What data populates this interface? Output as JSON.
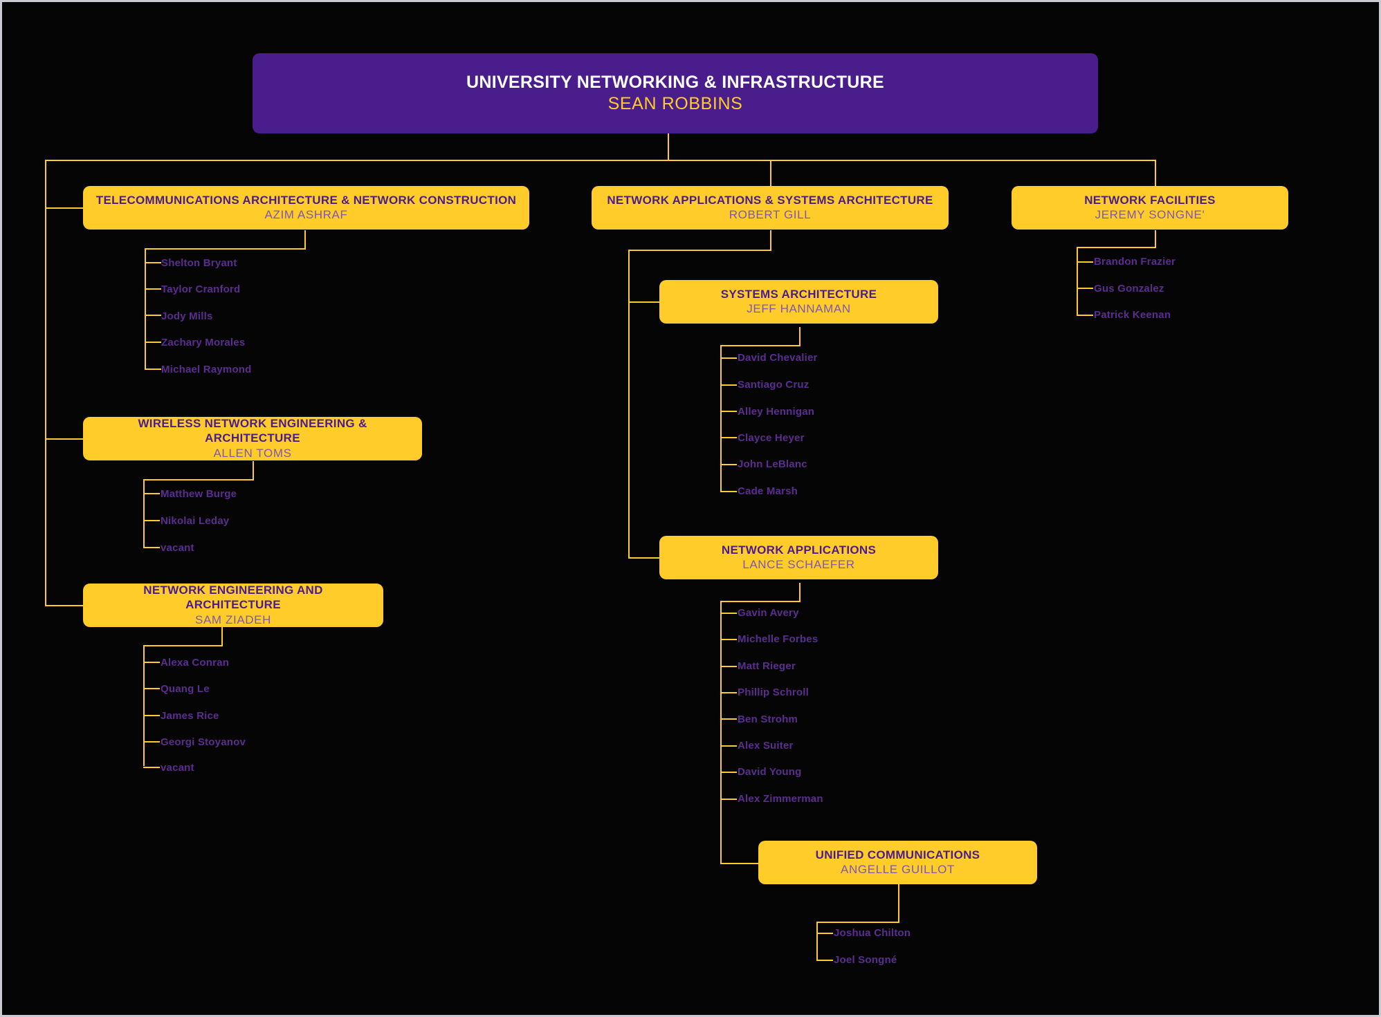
{
  "meta": {
    "chart_title": "University Networking & Infrastructure Organizational Chart",
    "colors": {
      "background": "#050505",
      "root_box": "#4A1D8C",
      "unit_box": "#FFCC29",
      "connector": "#FFCC29",
      "root_title_text": "#FFFFFF",
      "root_name_text": "#FFCC29",
      "unit_title_text": "#4A1D8C",
      "unit_name_text": "#7D57B0",
      "leaf_text": "#5B2D91",
      "page_border": "#C9CBD0"
    }
  },
  "root": {
    "title": "UNIVERSITY NETWORKING & INFRASTRUCTURE",
    "name": "SEAN ROBBINS"
  },
  "units": {
    "telecom": {
      "title": "TELECOMMUNICATIONS ARCHITECTURE & NETWORK CONSTRUCTION",
      "name": "AZIM ASHRAF"
    },
    "wireless": {
      "title": "WIRELESS NETWORK ENGINEERING & ARCHITECTURE",
      "name": "ALLEN TOMS"
    },
    "netengarch": {
      "title": "NETWORK ENGINEERING AND ARCHITECTURE",
      "name": "SAM ZIADEH"
    },
    "netappsys": {
      "title": "NETWORK APPLICATIONS & SYSTEMS ARCHITECTURE",
      "name": "ROBERT GILL"
    },
    "sysarch": {
      "title": "SYSTEMS ARCHITECTURE",
      "name": "JEFF HANNAMAN"
    },
    "netapps": {
      "title": "NETWORK APPLICATIONS",
      "name": "LANCE SCHAEFER"
    },
    "unifiedcomm": {
      "title": "UNIFIED COMMUNICATIONS",
      "name": "ANGELLE GUILLOT"
    },
    "netfac": {
      "title": "NETWORK FACILITIES",
      "name": "JEREMY SONGNE'"
    }
  },
  "staff": {
    "telecom": [
      "Shelton Bryant",
      "Taylor Cranford",
      "Jody Mills",
      "Zachary Morales",
      "Michael Raymond"
    ],
    "wireless": [
      "Matthew Burge",
      "Nikolai Leday",
      "vacant"
    ],
    "netengarch": [
      "Alexa Conran",
      "Quang Le",
      "James Rice",
      "Georgi Stoyanov",
      "vacant"
    ],
    "sysarch": [
      "David Chevalier",
      "Santiago Cruz",
      "Alley Hennigan",
      "Clayce Heyer",
      "John LeBlanc",
      "Cade Marsh"
    ],
    "netapps": [
      "Gavin Avery",
      "Michelle Forbes",
      "Matt Rieger",
      "Phillip Schroll",
      "Ben Strohm",
      "Alex Suiter",
      "David Young",
      "Alex Zimmerman"
    ],
    "unifiedcomm": [
      "Joshua Chilton",
      "Joel Songné"
    ],
    "netfac": [
      "Brandon Frazier",
      "Gus Gonzalez",
      "Patrick Keenan"
    ]
  }
}
